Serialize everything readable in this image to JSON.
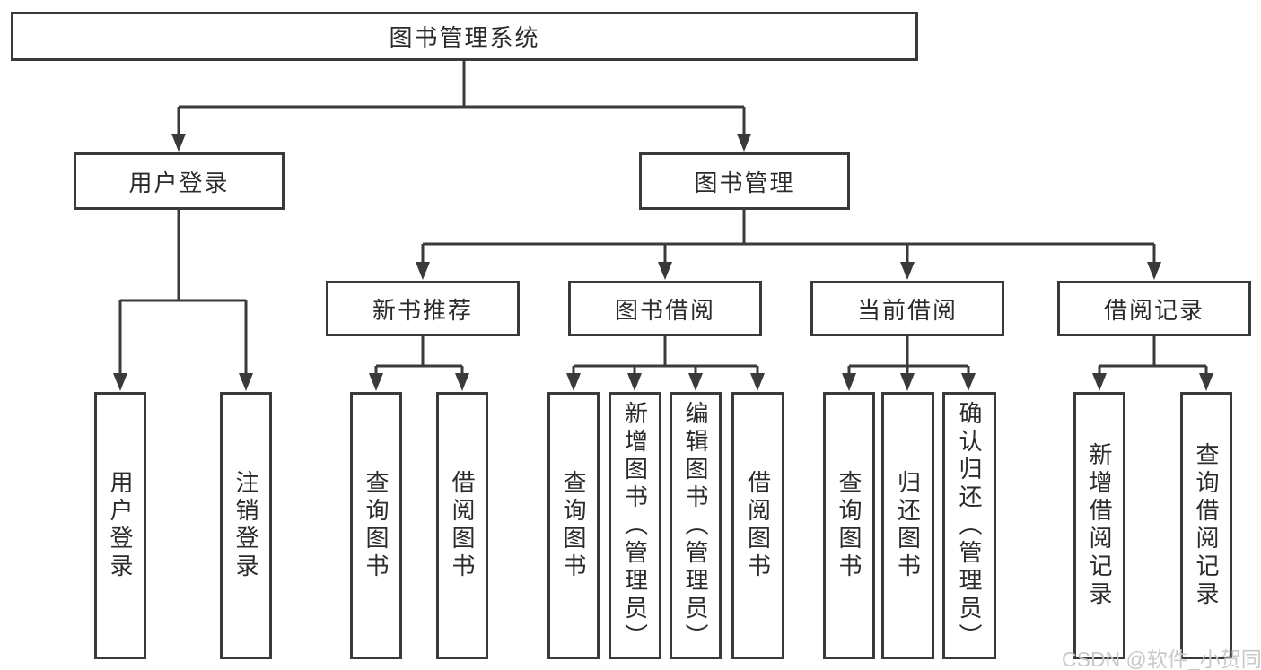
{
  "diagram": {
    "root": {
      "label": "图书管理系统"
    },
    "branches": [
      {
        "label": "用户登录",
        "children": [
          {
            "label": "用户登录"
          },
          {
            "label": "注销登录"
          }
        ]
      },
      {
        "label": "图书管理",
        "children": [
          {
            "label": "新书推荐",
            "children": [
              {
                "label": "查询图书"
              },
              {
                "label": "借阅图书"
              }
            ]
          },
          {
            "label": "图书借阅",
            "children": [
              {
                "label": "查询图书"
              },
              {
                "label": "新增图书（管理员）"
              },
              {
                "label": "编辑图书（管理员）"
              },
              {
                "label": "借阅图书"
              }
            ]
          },
          {
            "label": "当前借阅",
            "children": [
              {
                "label": "查询图书"
              },
              {
                "label": "归还图书"
              },
              {
                "label": "确认归还（管理员）"
              }
            ]
          },
          {
            "label": "借阅记录",
            "children": [
              {
                "label": "新增借阅记录"
              },
              {
                "label": "查询借阅记录"
              }
            ]
          }
        ]
      }
    ]
  },
  "watermark": {
    "text": "CSDN @软件_小贺同学"
  },
  "colors": {
    "line": "#3a3a3a",
    "text": "#2b2b2b",
    "background": "#ffffff",
    "watermark": "#c9c9c9"
  }
}
